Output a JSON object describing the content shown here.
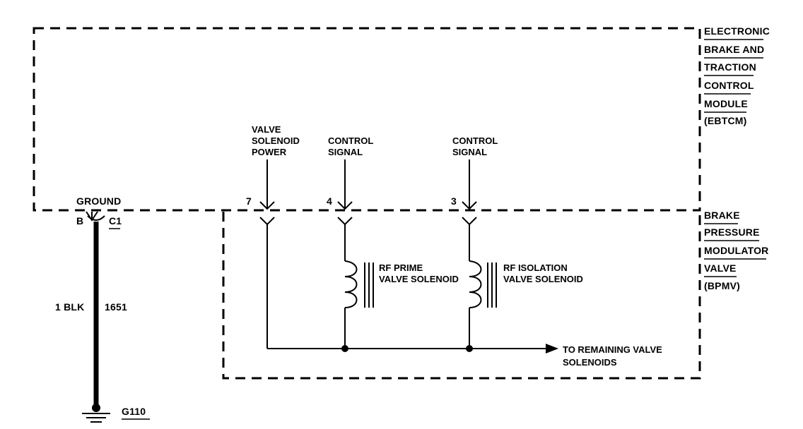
{
  "ebtcm": {
    "label_lines": [
      "ELECTRONIC",
      "BRAKE AND",
      "TRACTION",
      "CONTROL",
      "MODULE",
      "(EBTCM)"
    ]
  },
  "bpmv": {
    "label_lines": [
      "BRAKE",
      "PRESSURE",
      "MODULATOR",
      "VALVE",
      "(BPMV)"
    ]
  },
  "ground_connector": {
    "title": "GROUND",
    "pin": "B",
    "connector": "C1",
    "wire_color": "1 BLK",
    "circuit": "1651",
    "ground_point": "G110"
  },
  "terminals": [
    {
      "pin": "7",
      "signal_lines": [
        "VALVE",
        "SOLENOID",
        "POWER"
      ]
    },
    {
      "pin": "4",
      "signal_lines": [
        "CONTROL",
        "SIGNAL"
      ]
    },
    {
      "pin": "3",
      "signal_lines": [
        "CONTROL",
        "SIGNAL"
      ]
    }
  ],
  "solenoids": [
    {
      "label_lines": [
        "RF PRIME",
        "VALVE SOLENOID"
      ]
    },
    {
      "label_lines": [
        "RF ISOLATION",
        "VALVE SOLENOID"
      ]
    }
  ],
  "bus": {
    "label_lines": [
      "TO REMAINING VALVE",
      "SOLENOIDS"
    ]
  }
}
